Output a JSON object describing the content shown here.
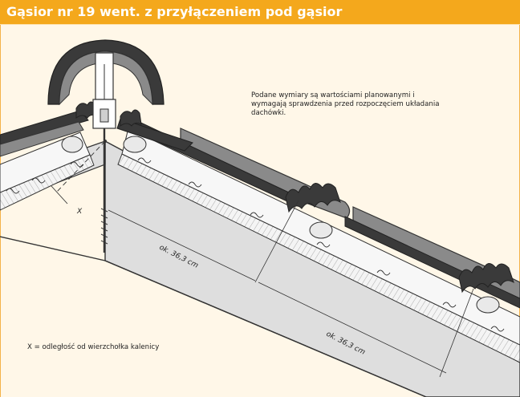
{
  "header": {
    "title": "Gąsior nr 19 went. z przyłączeniem pod gąsior"
  },
  "annotations": {
    "note": "Podane wymiary są wartościami planowanymi i wymagają sprawdzenia przed rozpoczęciem układania dachówki.",
    "legend": "X = odległość od wierzchołka kalenicy",
    "dimension_x": "X",
    "dimension_1": "ok. 36,3 cm",
    "dimension_2": "ok. 36,3 cm"
  },
  "colors": {
    "header_bg": "#f4a81c",
    "frame_bg": "#fff7e8",
    "tile_dark": "#3a3a3a",
    "tile_grey": "#8a8a8a",
    "concrete": "#dedede"
  }
}
